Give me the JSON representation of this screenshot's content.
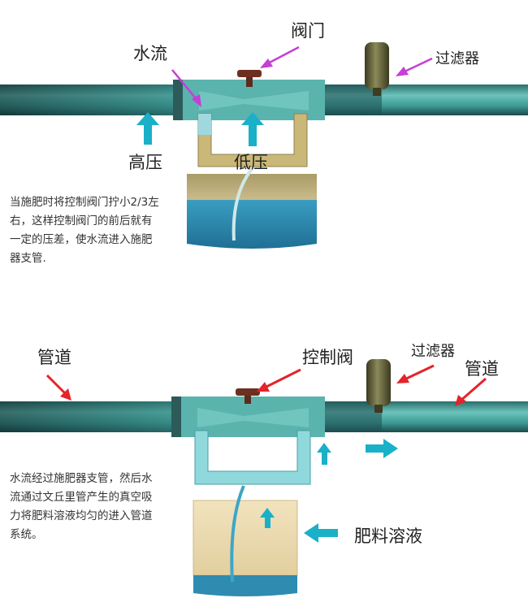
{
  "top": {
    "labels": {
      "water_flow": "水流",
      "valve": "阀门",
      "filter": "过滤器",
      "high_pressure": "高压",
      "low_pressure": "低压"
    },
    "note": [
      "当施肥时将控制阀门拧小2/3左",
      "右，这样控制阀门的前后就有",
      "一定的压差，使水流进入施肥",
      "器支管."
    ]
  },
  "bottom": {
    "labels": {
      "pipe_left": "管道",
      "control_valve": "控制阀",
      "filter": "过滤器",
      "pipe_right": "管道",
      "fertilizer_solution": "肥料溶液"
    },
    "note": [
      "水流经过施肥器支管，然后水",
      "流通过文丘里管产生的真空吸",
      "力将肥料溶液均匀的进入管道",
      "系统。"
    ]
  },
  "colors": {
    "pipe": "#4aa7a2",
    "pipe_dark": "#1f4f52",
    "top_branch": "#c9b877",
    "tank_top": "#b6a774",
    "tank_water": "#2f8bb0",
    "tank_bottom_fill": "#eddcb5",
    "cyan_arrow": "#1ab0c8",
    "magenta_arrow": "#c53ed6",
    "red_arrow": "#e4232b"
  }
}
